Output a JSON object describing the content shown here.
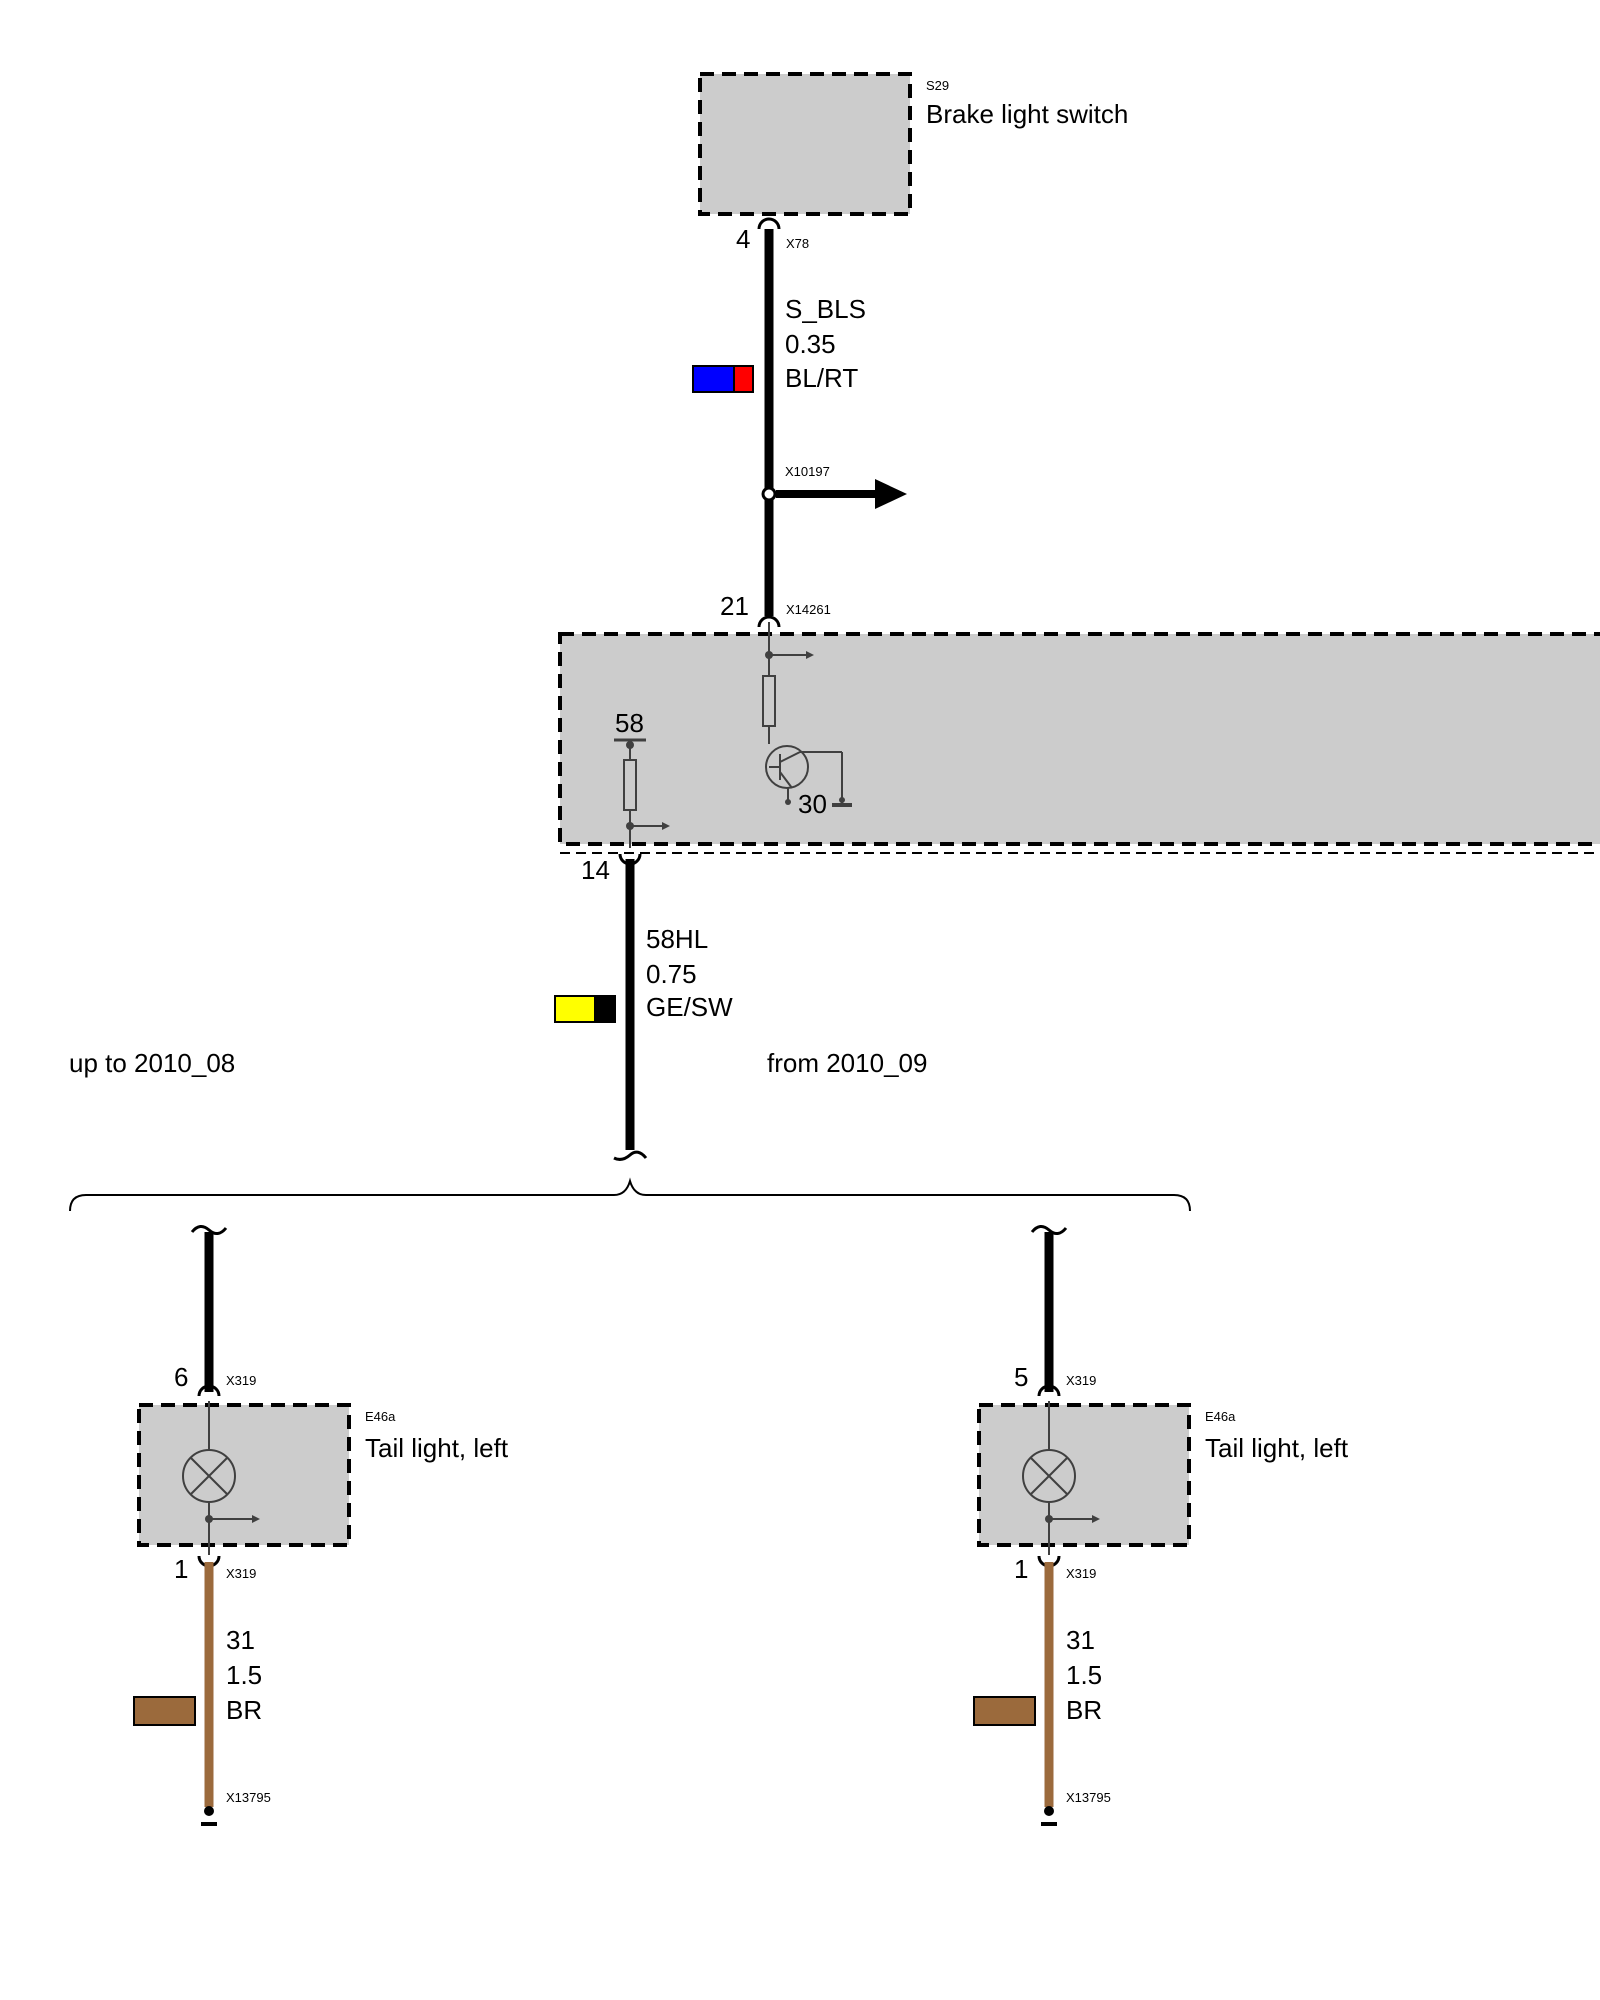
{
  "colors": {
    "box_fill": "#cccccc",
    "wire": "#000000",
    "wire_brown": "#9b6a3c",
    "swatch_blue": "#0000ff",
    "swatch_red": "#ff0000",
    "swatch_yellow": "#ffff00",
    "swatch_black": "#000000",
    "swatch_brown": "#9b6a3c"
  },
  "brake_switch": {
    "id": "S29",
    "label": "Brake light switch",
    "pin": "4",
    "connector": "X78"
  },
  "wire_bls": {
    "signal": "S_BLS",
    "gauge": "0.35",
    "color": "BL/RT"
  },
  "splice": {
    "connector": "X10197"
  },
  "module": {
    "input_pin": "21",
    "input_connector": "X14261",
    "terminal_58": "58",
    "terminal_30": "30",
    "output_pin": "14"
  },
  "wire_58hl": {
    "signal": "58HL",
    "gauge": "0.75",
    "color": "GE/SW"
  },
  "variants": {
    "left": "up to 2010_08",
    "right": "from 2010_09"
  },
  "tail_left_a": {
    "id": "E46a",
    "label": "Tail light, left",
    "pin_in": "6",
    "conn_in": "X319",
    "pin_out": "1",
    "conn_out": "X319",
    "ground": "X13795",
    "wire_signal": "31",
    "wire_gauge": "1.5",
    "wire_color": "BR"
  },
  "tail_left_b": {
    "id": "E46a",
    "label": "Tail light, left",
    "pin_in": "5",
    "conn_in": "X319",
    "pin_out": "1",
    "conn_out": "X319",
    "ground": "X13795",
    "wire_signal": "31",
    "wire_gauge": "1.5",
    "wire_color": "BR"
  }
}
